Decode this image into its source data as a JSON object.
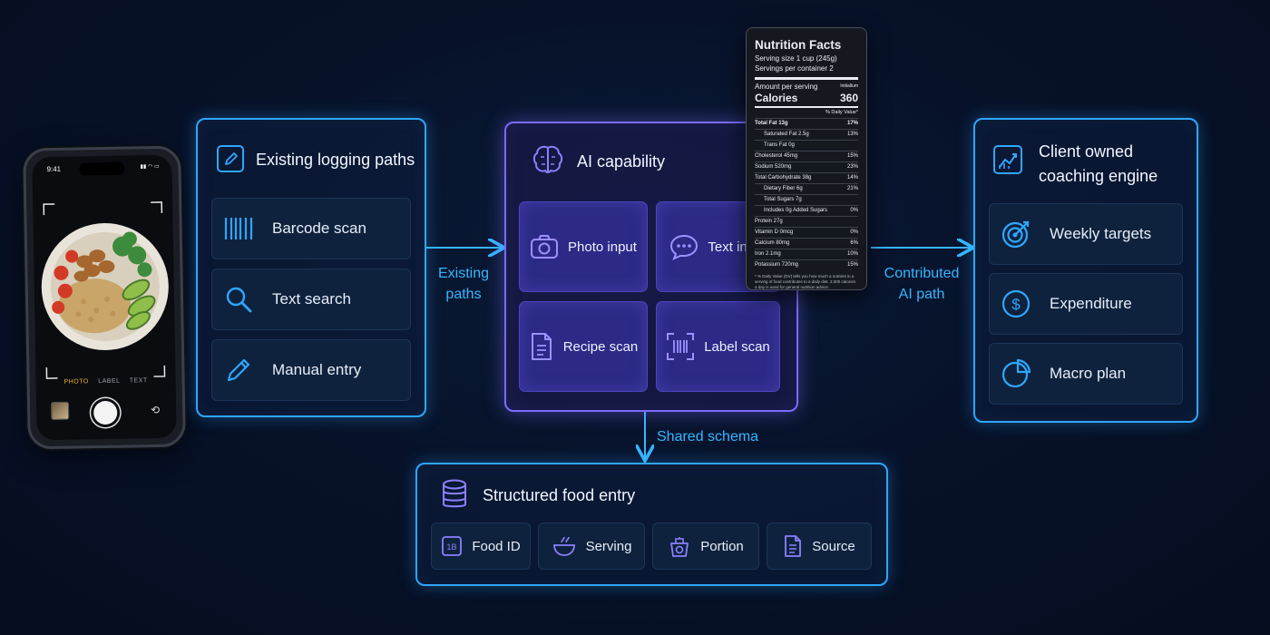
{
  "phone": {
    "time": "9:41",
    "status_icons": "▮▮ ◠ ▭",
    "modes": [
      "PHOTO",
      "LABEL",
      "TEXT"
    ]
  },
  "logging": {
    "title": "Existing logging paths",
    "items": [
      {
        "label": "Barcode scan",
        "icon": "barcode-icon"
      },
      {
        "label": "Text search",
        "icon": "search-icon"
      },
      {
        "label": "Manual entry",
        "icon": "pencil-icon"
      }
    ]
  },
  "arrows": {
    "existing_paths": [
      "Existing",
      "paths"
    ],
    "shared_schema": "Shared schema",
    "contributed": [
      "Contributed",
      "AI path"
    ]
  },
  "ai": {
    "title": "AI capability",
    "tiles": [
      {
        "label": "Photo input",
        "icon": "camera-icon"
      },
      {
        "label": "Text input",
        "icon": "chat-icon"
      },
      {
        "label": "Recipe scan",
        "icon": "document-icon"
      },
      {
        "label": "Label scan",
        "icon": "label-scan-icon"
      }
    ]
  },
  "nutrition": {
    "title": "Nutrition Facts",
    "serving_size": "Serving size  1 cup (245g)",
    "servings": "Servings per container 2",
    "amount": "Amount per serving",
    "amount_right": "Initiallum",
    "calories_label": "Calories",
    "calories_value": "360",
    "dv_header": "% Daily Value*",
    "lines": [
      {
        "name": "Total Fat 13g",
        "pct": "17%",
        "bold": true,
        "indent": false
      },
      {
        "name": "Saturated Fat 2.5g",
        "pct": "13%",
        "bold": false,
        "indent": true
      },
      {
        "name": "Trans Fat 0g",
        "pct": "",
        "bold": false,
        "indent": true
      },
      {
        "name": "Cholesterol 45mg",
        "pct": "15%",
        "bold": false,
        "indent": false
      },
      {
        "name": "Sodium 520mg",
        "pct": "23%",
        "bold": false,
        "indent": false
      },
      {
        "name": "Total Carbohydrate 38g",
        "pct": "14%",
        "bold": false,
        "indent": false
      },
      {
        "name": "Dietary Fiber 6g",
        "pct": "21%",
        "bold": false,
        "indent": true
      },
      {
        "name": "Total Sugars 7g",
        "pct": "",
        "bold": false,
        "indent": true
      },
      {
        "name": "Includes 0g Added Sugars",
        "pct": "0%",
        "bold": false,
        "indent": true
      },
      {
        "name": "Protein 27g",
        "pct": "",
        "bold": false,
        "indent": false
      },
      {
        "name": "Vitamin D 0mcg",
        "pct": "0%",
        "bold": false,
        "indent": false
      },
      {
        "name": "Calcium 80mg",
        "pct": "6%",
        "bold": false,
        "indent": false
      },
      {
        "name": "Iron 2.1mg",
        "pct": "10%",
        "bold": false,
        "indent": false
      },
      {
        "name": "Potassium 720mg",
        "pct": "15%",
        "bold": false,
        "indent": false
      }
    ],
    "footnote": "* % Daily Value (DV) tells you how much a nutrient in a serving of food contributes to a daily diet. 2,000 calories a day is used for general nutrition advice."
  },
  "coaching": {
    "title_line1": "Client owned",
    "title_line2": "coaching engine",
    "items": [
      {
        "label": "Weekly targets",
        "icon": "target-icon"
      },
      {
        "label": "Expenditure",
        "icon": "dollar-icon"
      },
      {
        "label": "Macro plan",
        "icon": "pie-icon"
      }
    ]
  },
  "structured": {
    "title": "Structured food entry",
    "chips": [
      {
        "label": "Food ID",
        "icon": "id-icon"
      },
      {
        "label": "Serving",
        "icon": "bowl-icon"
      },
      {
        "label": "Portion",
        "icon": "scale-icon"
      },
      {
        "label": "Source",
        "icon": "source-doc-icon"
      }
    ]
  },
  "colors": {
    "blue": "#2fa6ff",
    "violet": "#7b6cff",
    "arrow": "#36b6ff"
  }
}
